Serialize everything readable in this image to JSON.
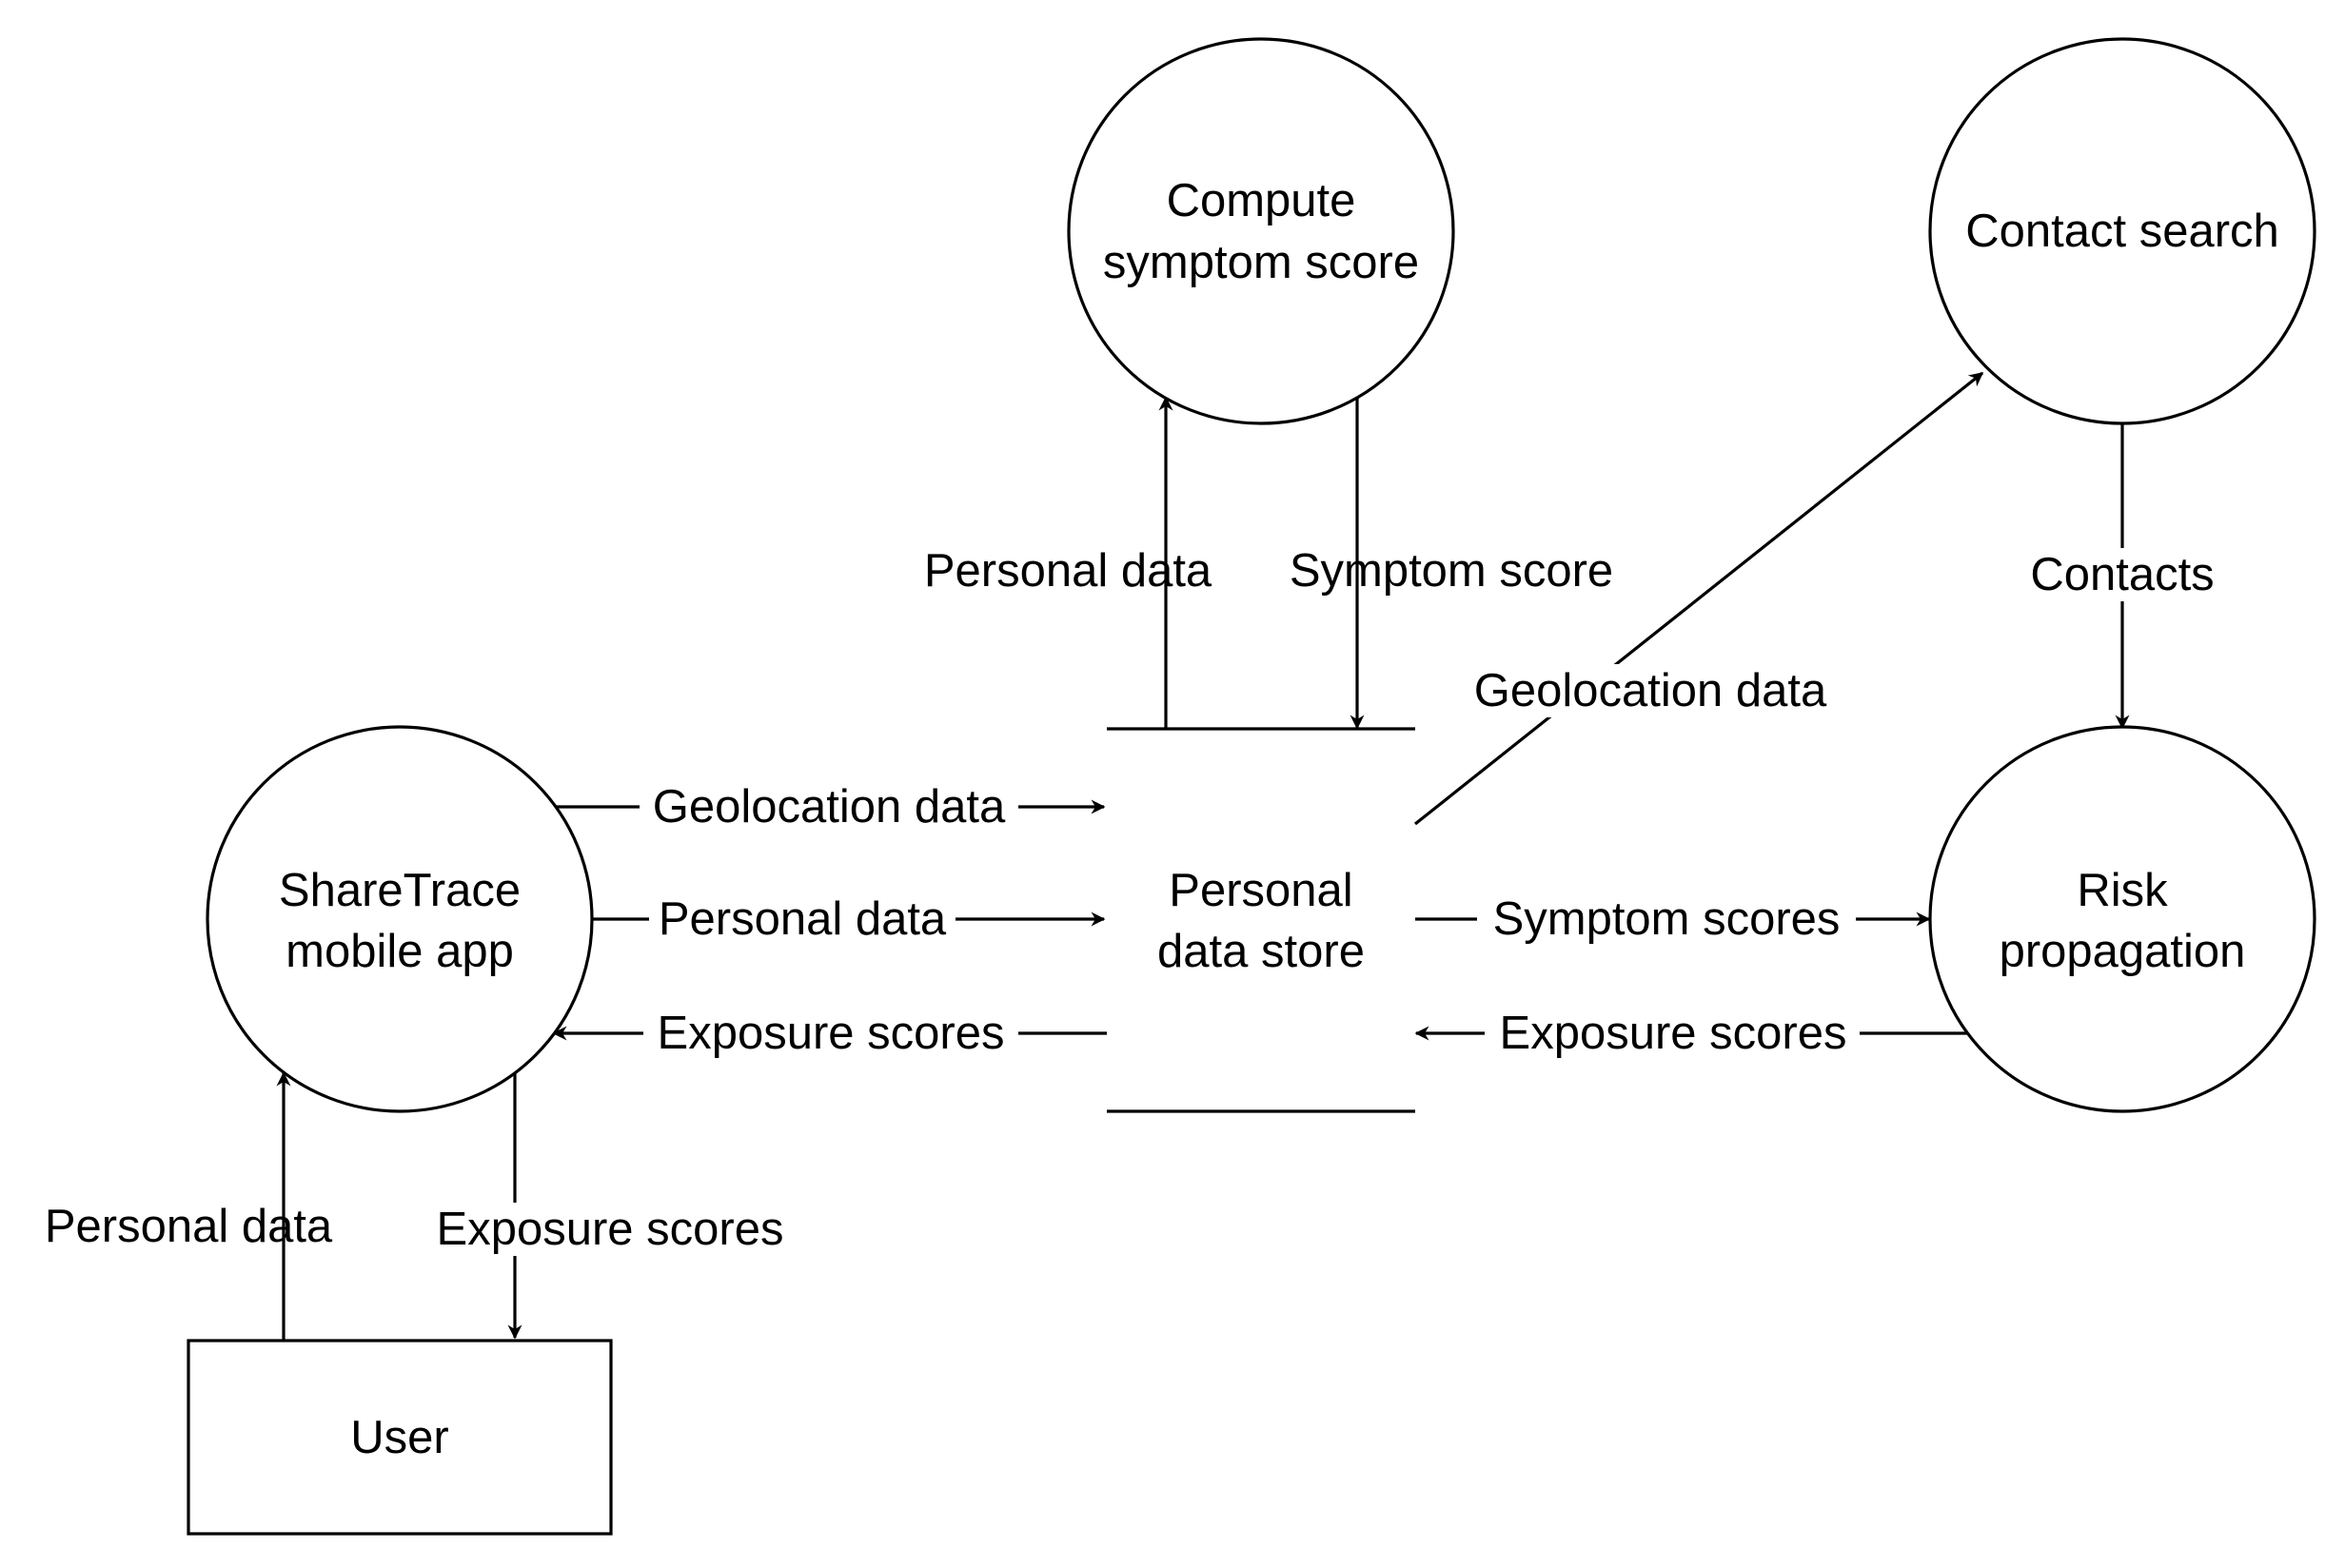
{
  "nodes": {
    "app": [
      "ShareTrace",
      "mobile app"
    ],
    "compute": [
      "Compute",
      "symptom score"
    ],
    "contact": [
      "Contact search"
    ],
    "store": [
      "Personal",
      "data store"
    ],
    "risk": [
      "Risk",
      "propagation"
    ],
    "user": [
      "User"
    ]
  },
  "edges": {
    "app_store_geolocation": "Geolocation data",
    "app_store_personal": "Personal data",
    "store_app_exposure": "Exposure scores",
    "store_compute_personal": "Personal data",
    "compute_store_symptom": "Symptom score",
    "store_contact_geolocation": "Geolocation data",
    "contact_risk_contacts": "Contacts",
    "store_risk_symptom": "Symptom scores",
    "risk_store_exposure": "Exposure scores",
    "user_app_personal": "Personal data",
    "app_user_exposure": "Exposure scores"
  }
}
